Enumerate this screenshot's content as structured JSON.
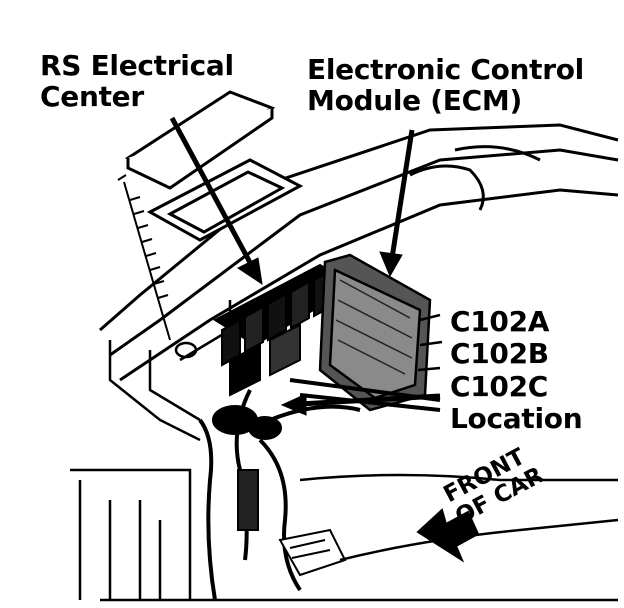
{
  "labels": {
    "rs_electrical_center": [
      "RS Electrical",
      "Center"
    ],
    "ecm": [
      "Electronic Control",
      "Module (ECM)"
    ],
    "connectors": [
      "C102A",
      "C102B",
      "C102C",
      "Location"
    ],
    "front_of_car": [
      "FRONT",
      "OF CAR"
    ]
  },
  "colors": {
    "ink": "#000000",
    "paper": "#ffffff"
  }
}
